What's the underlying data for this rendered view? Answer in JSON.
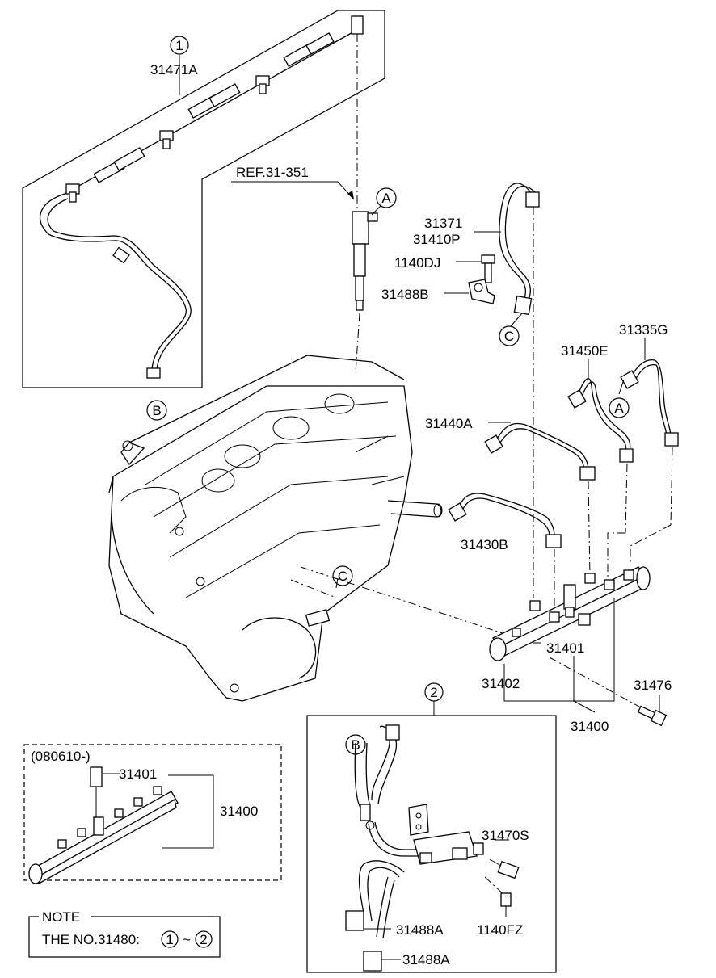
{
  "labels": {
    "circle1": "1",
    "p31471A": "31471A",
    "ref": "REF.31-351",
    "A1": "A",
    "p31371": "31371",
    "p31410P": "31410P",
    "p1140DJ": "1140DJ",
    "p31488B": "31488B",
    "C1": "C",
    "p31335G": "31335G",
    "p31450E": "31450E",
    "A2": "A",
    "p31440A": "31440A",
    "B1": "B",
    "p31430B": "31430B",
    "C2": "C",
    "p31401": "31401",
    "p31402": "31402",
    "p31476": "31476",
    "p31400": "31400",
    "circle2": "2",
    "variant": "(080610-)",
    "p31401b": "31401",
    "p31400b": "31400",
    "B2": "B",
    "p31470S": "31470S",
    "p1140FZ": "1140FZ",
    "p31488A1": "31488A",
    "p31488A2": "31488A"
  },
  "note": {
    "title": "NOTE",
    "text": "THE NO.31480:",
    "c1": "1",
    "tilde": "~",
    "c2": "2"
  }
}
